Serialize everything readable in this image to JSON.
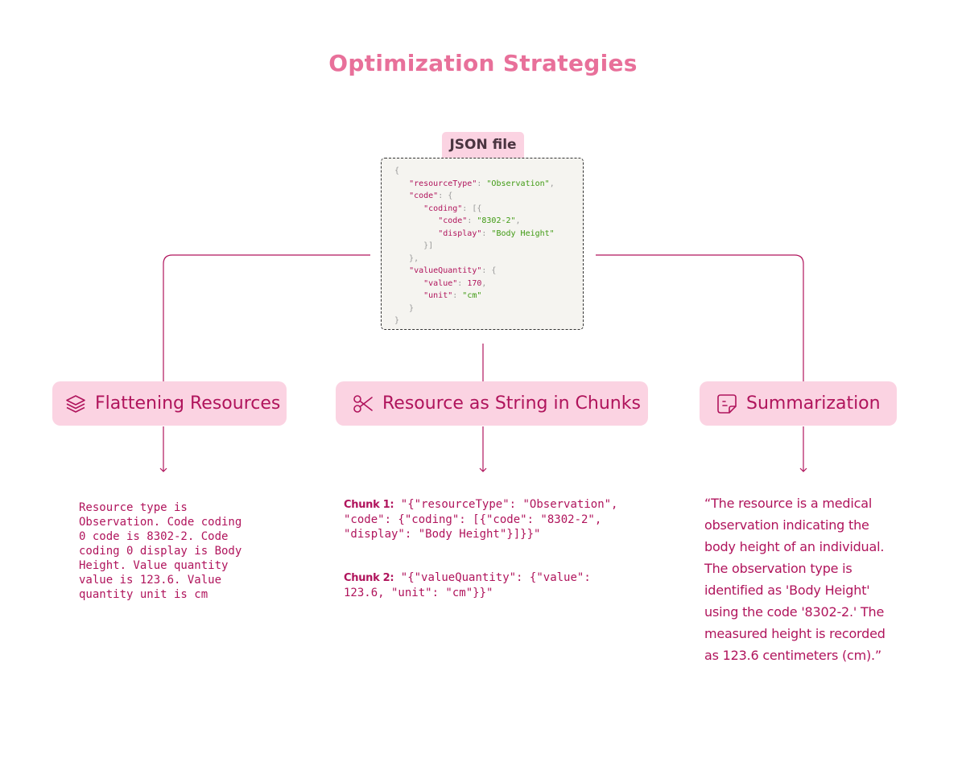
{
  "title": "Optimization Strategies",
  "json_file": {
    "label": "JSON file",
    "code": {
      "l1": "{",
      "resourceType_key": "\"resourceType\"",
      "resourceType_val": "\"Observation\"",
      "code_key": "\"code\"",
      "coding_key": "\"coding\"",
      "code_inner_key": "\"code\"",
      "code_inner_val": "\"8302-2\"",
      "display_key": "\"display\"",
      "display_val": "\"Body Height\"",
      "valueQuantity_key": "\"valueQuantity\"",
      "value_key": "\"value\"",
      "value_val": "170",
      "unit_key": "\"unit\"",
      "unit_val": "\"cm\""
    }
  },
  "strategies": [
    {
      "label": "Flattening Resources",
      "icon": "layers-icon",
      "output": "Resource type is\nObservation. Code coding\n0 code is 8302-2. Code\ncoding 0 display is Body\nHeight. Value quantity\nvalue is 123.6. Value\nquantity unit is cm"
    },
    {
      "label": "Resource as String in Chunks",
      "icon": "scissors-icon",
      "chunks": [
        {
          "label": "Chunk 1:",
          "line1": "\"{\"resourceType\": \"Observation\",",
          "rest": "\"code\": {\"coding\": [{\"code\": \"8302-2\",\n\"display\": \"Body Height\"}]}}\""
        },
        {
          "label": "Chunk 2:",
          "line1": "\"{\"valueQuantity\": {\"value\":",
          "rest": "123.6, \"unit\": \"cm\"}}\""
        }
      ]
    },
    {
      "label": "Summarization",
      "icon": "note-icon",
      "output": "“The resource is a medical observation indicating the body height of an individual. The observation type is identified as 'Body Height' using the code '8302-2.' The measured height is recorded as 123.6 centimeters (cm).”"
    }
  ],
  "colors": {
    "title": "#e8709a",
    "accent": "#b0145c",
    "card_bg": "#fbd3e2",
    "code_bg": "#f5f4f0",
    "string_green": "#3f9a12"
  }
}
